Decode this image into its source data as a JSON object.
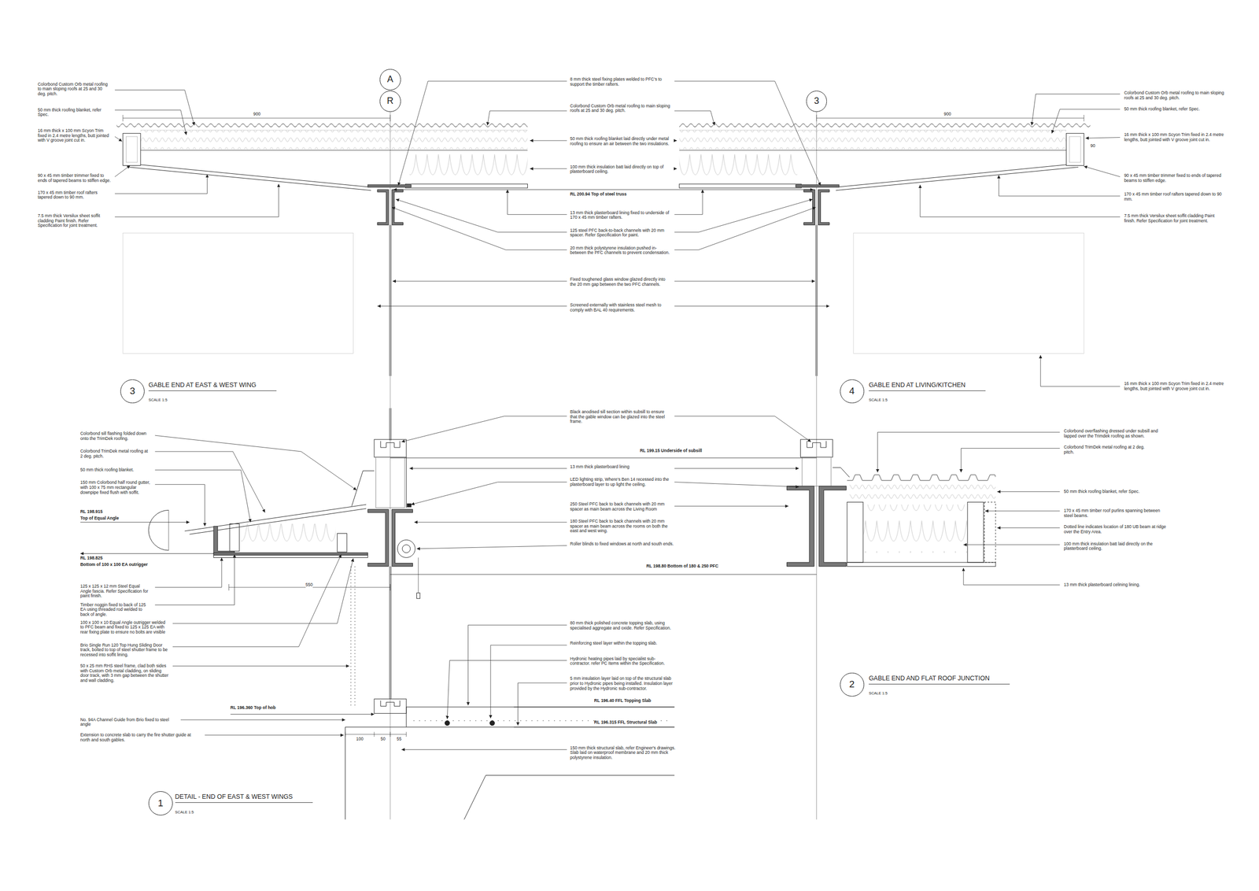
{
  "diagram": {
    "nodes": [
      {
        "text": [
          "A"
        ]
      },
      {
        "text": [
          "R"
        ]
      },
      {
        "text": [
          "3"
        ]
      },
      {
        "text": [
          "3"
        ]
      },
      {
        "text": [
          "4"
        ]
      },
      {
        "text": [
          "2"
        ]
      },
      {
        "text": [
          "1"
        ]
      }
    ],
    "labels": [
      "Colorbond Custom Orb metal roofing to main sloping roofs at 25 and 30 deg. pitch.",
      "50 mm thick roofing blanket, refer Spec.",
      "16 mm thick x 100 mm Scyon Trim fixed in 2.4 metre lengths, butt jointed with V groove joint cut in.",
      "90 x 45 mm timber trimmer fixed to ends of tapered beams to stiffen edge.",
      "170 x 45 mm timber roof rafters tapered down to 90 mm.",
      "7.5 mm thick Versilux sheet soffit cladding Paint finish. Refer Specification for joint treatment.",
      "900",
      "8 mm thick steel fixing plates welded to PFC's to support the timber rafters.",
      "Colorbond Custom Orb metal roofing to main sloping roofs at 25 and 30 deg. pitch.",
      "50 mm thick roofing blanket laid directly under metal roofing to ensure an air between the two insulations.",
      "100 mm thick insulation batt laid directly on top of plasterboard ceiling.",
      "RL 200.94 Top of steel truss",
      "13 mm thick plasterboard lining fixed to underside of 170 x 45 mm timber rafters.",
      "125 steel PFC back-to-back channels with 20 mm spacer. Refer Specification for paint.",
      "20 mm thick polystyrene insulation pushed in-between the PFC channels to prevent condensation.",
      "Fixed toughened glass window glazed directly into the 20 mm gap between the two PFC channels.",
      "Screened externally with stainless steel mesh to comply with BAL 40 requirements.",
      "Colorbond Custom Orb metal roofing to main sloping roofs at 25 and 30 deg. pitch.",
      "50 mm thick roofing blanket, refer Spec.",
      "16 mm thick x 100 mm Scyon Trim fixed in 2.4 metre lengths, butt jointed with V groove joint cut in.",
      "90",
      "90 x 45 mm timber trimmer fixed to ends of tapered beams to stiffen edge.",
      "170 x 45 mm timber roof rafters tapered down to 90 mm.",
      "7.5 mm thick Versilux sheet soffit cladding Paint finish. Refer Specification for joint treatment.",
      "900",
      "16 mm thick x 100 mm Scyon Trim fixed in 2.4 metre lengths, butt jointed with V groove joint cut in.",
      "GABLE END AT EAST & WEST WING",
      "SCALE 1:5",
      "GABLE END AT LIVING/KITCHEN",
      "SCALE 1:5",
      "Colorbond sill flashing folded down onto the TrimDek roofing.",
      "Colorbond TrimDek metal roofing at 2 deg. pitch.",
      "50 mm thick roofing blanket.",
      "150 mm Colorbond half round gutter, with 100 x 75 mm rectangular downpipe fixed flush with soffit.",
      "RL 198.915",
      "Top of Equal Angle",
      "RL 198.825",
      "Bottom of 100 x 100 EA outrigger",
      "125 x 125 x 12 mm Steel Equal Angle fascia. Refer Specification for paint finish.",
      "Timber noggin fixed to back of 125 EA using threaded rod welded to back of angle.",
      "100 x 100 x 10 Equal Angle outrigger welded to PFC beam and fixed to 125 x 125 EA with rear fixing plate to ensure no bolts are visible",
      "Brio Single Run 120 Top Hung Sliding Door track, bolted to top of steel shutter frame to be recessed into soffit lining.",
      "50 x 25 mm RHS steel frame, clad both sides with Custom Orb metal cladding, on sliding door track, with 3 mm gap between the shutter and wall cladding.",
      "550",
      "RL 196.360 Top of hob",
      "No. 94A Channel Guide from Brio fixed to steel angle",
      "Extension to concrete slab to carry the fire shutter guide at north and south gables.",
      "100",
      "50",
      "55",
      "DETAIL - END OF EAST & WEST WINGS",
      "SCALE 1:5",
      "Black anodised sill section within subsill to ensure that the gable window can be glazed into the steel frame.",
      "RL 199.15 Underside of subsill",
      "13 mm thick plasterboard lining",
      "LED lighting strip, Where's Ben 14 recessed into the plasterboard layer to up light the ceiling.",
      "250 Steel PFC back to back channels with 20 mm spacer as main beam across the Living Room",
      "180 Steel PFC back to back channels with 20 mm spacer as main beam across the rooms on both the east and west wing.",
      "Roller blinds to fixed windows at north and south ends.",
      "RL 198.80 Bottom of 180 & 250 PFC",
      "80 mm thick polished concrete topping slab, using specialised aggregate and oxide. Refer Specification.",
      "Reinforcing steel layer within the topping slab.",
      "Hydronic heating pipes laid by specialist sub-contractor. refer PC Items within the Specification.",
      "5 mm insulation layer laid on top of the structural slab prior to Hydronic pipes being installed. Insulation layer provided by the Hydronic sub-contractor.",
      "RL 196.40 FFL Topping Slab",
      "RL 196.315 FFL Structural Slab",
      "150 mm thick structural slab, refer Engineer's drawings. Slab laid on waterproof membrane and 20 mm thick polystyrene insulation.",
      "Colorbond overflashing dressed under subsill and lapped over the Trimdek roofing as shown.",
      "Colorbond TrimDek metal roofing at 2 deg. pitch.",
      "50 mm thick roofing blanket, refer Spec.",
      "170 x 45 mm timber roof purlins spanning between steel beams.",
      "Dotted line indicates location of 180 UB beam at ridge over the Entry Area.",
      "100 mm thick insulation batt laid directly on the plasterboard ceiling.",
      "13 mm thick plasterboard celining lining.",
      "GABLE END AND FLAT ROOF JUNCTION",
      "SCALE 1:5"
    ]
  }
}
